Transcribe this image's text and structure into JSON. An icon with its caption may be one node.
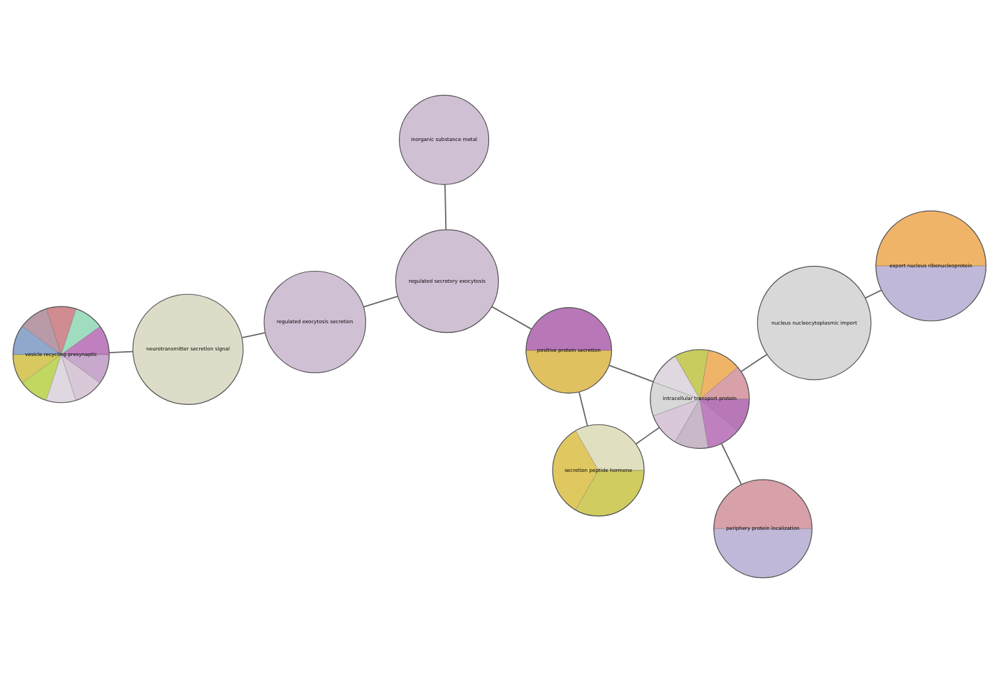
{
  "diagram": {
    "nodes": [
      {
        "text": [
          "vesicle recycling presynaptic"
        ]
      },
      {
        "text": [
          "regulated exocytosis secretion"
        ]
      },
      {
        "text": [
          "neurotransmitter secretion signal"
        ]
      },
      {
        "text": [
          "regulated secretory exocytosis"
        ]
      },
      {
        "text": [
          "inorganic substance metal"
        ]
      },
      {
        "text": [
          "export nucleus ribonucleoprotein"
        ]
      },
      {
        "text": [
          "positive protein secretion"
        ]
      },
      {
        "text": [
          "nucleus nucleocytoplasmic import"
        ]
      },
      {
        "text": [
          "secretion peptide hormone"
        ]
      },
      {
        "text": [
          "periphery protein localization"
        ]
      },
      {
        "text": [
          "intracellular transport protein"
        ]
      }
    ],
    "edges": [
      {
        "from": 0,
        "to": 2,
        "arrow": "none"
      },
      {
        "from": 1,
        "to": 2,
        "arrow": "none"
      },
      {
        "from": 1,
        "to": 3,
        "arrow": "none"
      },
      {
        "from": 3,
        "to": 4,
        "arrow": "none"
      },
      {
        "from": 3,
        "to": 6,
        "arrow": "none"
      },
      {
        "from": 6,
        "to": 8,
        "arrow": "none"
      },
      {
        "from": 6,
        "to": 10,
        "arrow": "none"
      },
      {
        "from": 8,
        "to": 10,
        "arrow": "none"
      },
      {
        "from": 10,
        "to": 7,
        "arrow": "none"
      },
      {
        "from": 10,
        "to": 9,
        "arrow": "none"
      },
      {
        "from": 5,
        "to": 7,
        "arrow": "none"
      }
    ]
  }
}
